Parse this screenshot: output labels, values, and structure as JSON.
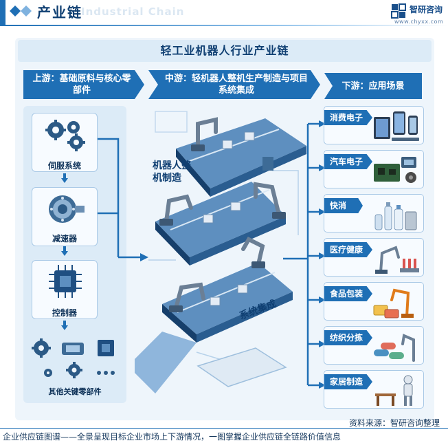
{
  "header": {
    "title": "产业链",
    "watermark": "Industrial Chain",
    "logo_name": "智研咨询",
    "logo_url": "www.chyxx.com"
  },
  "main_title": "轻工业机器人行业产业链",
  "stages": {
    "upstream": "上游：基础原料与核心零部件",
    "midstream": "中游：轻机器人整机生产制造与项目系统集成",
    "downstream": "下游：应用场景"
  },
  "upstream": {
    "items": [
      {
        "label": "伺服系统",
        "icon": "gears-icon"
      },
      {
        "label": "减速器",
        "icon": "reducer-icon"
      },
      {
        "label": "控制器",
        "icon": "chip-icon"
      }
    ],
    "other": "其他关键零部件"
  },
  "midstream": {
    "robot_manufacturing": "机器人整机制造",
    "system_integration": "系统集成"
  },
  "downstream": {
    "items": [
      {
        "label": "消费电子",
        "icon": "devices-icon"
      },
      {
        "label": "汽车电子",
        "icon": "circuit-board-icon"
      },
      {
        "label": "快消",
        "icon": "bottles-icon"
      },
      {
        "label": "医疗健康",
        "icon": "lab-robot-icon"
      },
      {
        "label": "食品包装",
        "icon": "food-pack-icon"
      },
      {
        "label": "纺织分拣",
        "icon": "textile-rolls-icon"
      },
      {
        "label": "家居制造",
        "icon": "furniture-robot-icon"
      }
    ]
  },
  "footer": {
    "source": "资料来源：智研咨询整理",
    "slogan": "企业供应链图谱——全景呈现目标企业市场上下游情况，一图掌握企业供应链全链路价值信息"
  },
  "colors": {
    "primary": "#1f6fb5",
    "dark": "#0f3f72",
    "panel": "#eef5fb",
    "card": "#dcebf7"
  }
}
